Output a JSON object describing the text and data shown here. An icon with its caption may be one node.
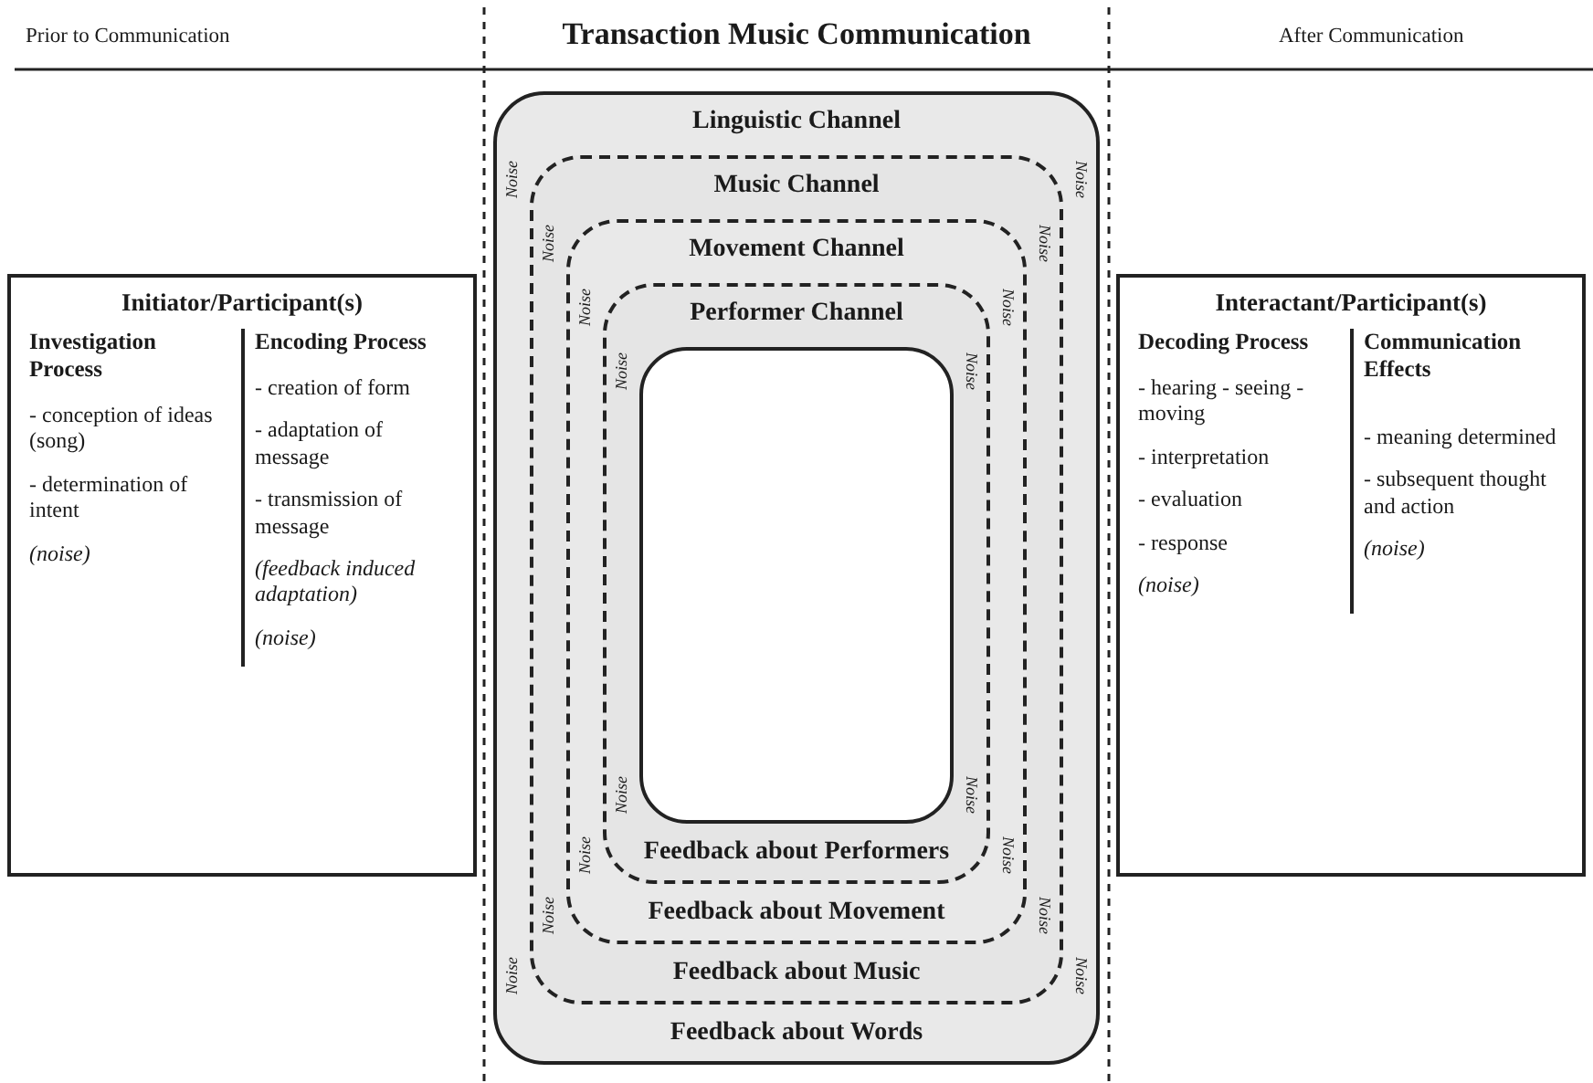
{
  "diagram": {
    "title": "Transaction Music Communication",
    "nodes": [
      {
        "text": [
          "Linguistic Channel",
          "Noise",
          "Noise",
          "Noise",
          "Noise",
          "Feedback about Words"
        ]
      },
      {
        "text": [
          "Music Channel",
          "Noise",
          "Noise",
          "Noise",
          "Noise",
          "Feedback about Music"
        ],
        "in": 0
      },
      {
        "text": [
          "Movement Channel",
          "Noise",
          "Noise",
          "Noise",
          "Noise",
          "Feedback about Movement"
        ],
        "in": 1
      },
      {
        "text": [
          "Performer Channel",
          "Noise",
          "Noise",
          "Noise",
          "Noise",
          "Feedback about Performers"
        ],
        "in": 2
      },
      {
        "text": [],
        "shape": "box",
        "in": 3
      },
      {
        "text": [
          "Initiator/Participant(s)",
          "Investigation Process",
          "- conception of ideas (song)",
          "- determination of intent",
          "(noise)",
          "Encoding Process",
          "- creation of form",
          "- adaptation of message",
          "- transmission of message",
          "(feedback induced adaptation)",
          "(noise)"
        ]
      },
      {
        "text": [
          "Interactant/Participant(s)",
          "Decoding Process",
          "- hearing - seeing - moving",
          "- interpretation",
          "- evaluation",
          "- response",
          "(noise)",
          "Communication Effects",
          "- meaning determined",
          "- subsequent thought and action",
          "(noise)"
        ]
      }
    ],
    "labels": [
      "Prior to Communication",
      "After Communication"
    ]
  }
}
